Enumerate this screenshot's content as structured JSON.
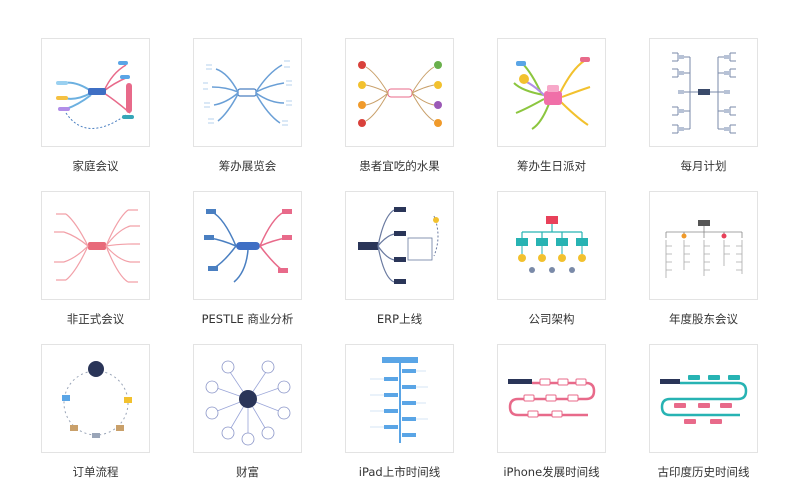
{
  "templates": [
    {
      "title": "家庭会议",
      "diagram": "mindmap-colorful"
    },
    {
      "title": "筹办展览会",
      "diagram": "mindmap-blue"
    },
    {
      "title": "患者宜吃的水果",
      "diagram": "mindmap-fruits"
    },
    {
      "title": "筹办生日派对",
      "diagram": "mindmap-party"
    },
    {
      "title": "每月计划",
      "diagram": "tree-bracket"
    },
    {
      "title": "非正式会议",
      "diagram": "mindmap-pink"
    },
    {
      "title": "PESTLE 商业分析",
      "diagram": "mindmap-pestle"
    },
    {
      "title": "ERP上线",
      "diagram": "logic-chart-dark"
    },
    {
      "title": "公司架构",
      "diagram": "org-chart-teal"
    },
    {
      "title": "年度股东会议",
      "diagram": "org-chart-gray"
    },
    {
      "title": "订单流程",
      "diagram": "cycle-diagram"
    },
    {
      "title": "财富",
      "diagram": "bubble-map"
    },
    {
      "title": "iPad上市时间线",
      "diagram": "timeline-vertical"
    },
    {
      "title": "iPhone发展时间线",
      "diagram": "timeline-snake-red"
    },
    {
      "title": "古印度历史时间线",
      "diagram": "timeline-snake-teal"
    }
  ],
  "colors": {
    "card_border": "#e3e3e3",
    "caption_text": "#333333",
    "accent_blue": "#4a7fc1",
    "accent_pink": "#e86a8a",
    "accent_teal": "#27b3b3",
    "accent_navy": "#2a3558"
  }
}
